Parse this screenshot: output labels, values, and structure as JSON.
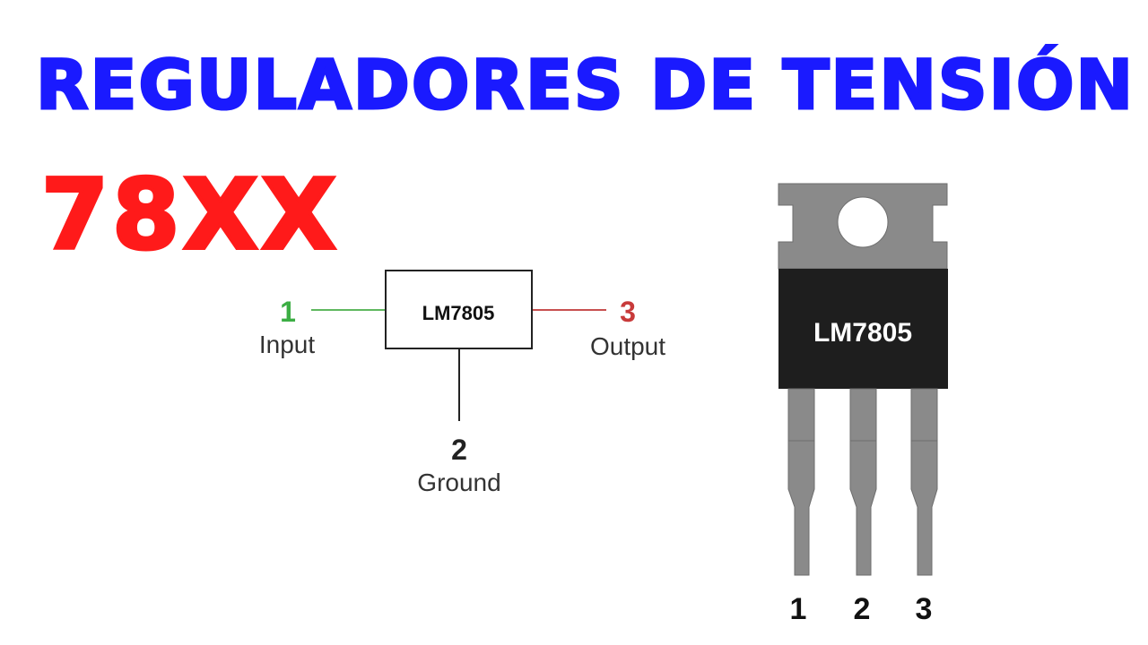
{
  "title": "REGULADORES DE TENSIÓN",
  "series": "78XX",
  "schematic": {
    "part_label": "LM7805",
    "pins": [
      {
        "number": "1",
        "name": "Input",
        "color": "#3cae44"
      },
      {
        "number": "2",
        "name": "Ground",
        "color": "#222222"
      },
      {
        "number": "3",
        "name": "Output",
        "color": "#c83a3a"
      }
    ]
  },
  "package": {
    "type": "TO-220",
    "part_label": "LM7805",
    "pin_numbers": [
      "1",
      "2",
      "3"
    ]
  },
  "colors": {
    "title": "#1a1aff",
    "series": "#ff1a1a",
    "package_body": "#1e1e1e",
    "tab_and_leads": "#8a8a8a"
  }
}
